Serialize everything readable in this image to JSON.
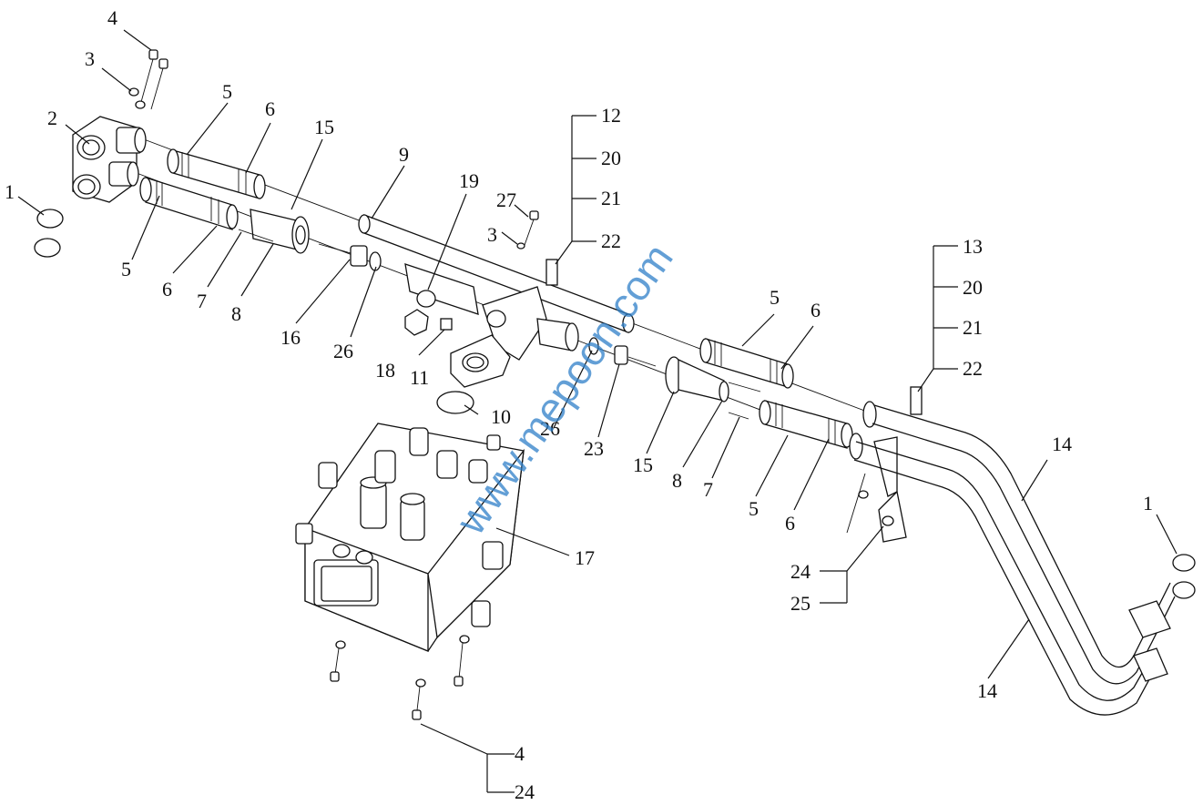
{
  "watermark": "www.mepoon.com",
  "callouts": [
    {
      "id": "c-4-top",
      "text": "4"
    },
    {
      "id": "c-3-top",
      "text": "3"
    },
    {
      "id": "c-2",
      "text": "2"
    },
    {
      "id": "c-1-left",
      "text": "1"
    },
    {
      "id": "c-5-a",
      "text": "5"
    },
    {
      "id": "c-6-a",
      "text": "6"
    },
    {
      "id": "c-15-a",
      "text": "15"
    },
    {
      "id": "c-5-b",
      "text": "5"
    },
    {
      "id": "c-6-b",
      "text": "6"
    },
    {
      "id": "c-7-a",
      "text": "7"
    },
    {
      "id": "c-8-a",
      "text": "8"
    },
    {
      "id": "c-9",
      "text": "9"
    },
    {
      "id": "c-19",
      "text": "19"
    },
    {
      "id": "c-16",
      "text": "16"
    },
    {
      "id": "c-26-a",
      "text": "26"
    },
    {
      "id": "c-18",
      "text": "18"
    },
    {
      "id": "c-11",
      "text": "11"
    },
    {
      "id": "c-27",
      "text": "27"
    },
    {
      "id": "c-3-mid",
      "text": "3"
    },
    {
      "id": "c-12",
      "text": "12"
    },
    {
      "id": "c-20-a",
      "text": "20"
    },
    {
      "id": "c-21-a",
      "text": "21"
    },
    {
      "id": "c-22-a",
      "text": "22"
    },
    {
      "id": "c-10",
      "text": "10"
    },
    {
      "id": "c-26-b",
      "text": "26"
    },
    {
      "id": "c-23",
      "text": "23"
    },
    {
      "id": "c-13",
      "text": "13"
    },
    {
      "id": "c-20-b",
      "text": "20"
    },
    {
      "id": "c-21-b",
      "text": "21"
    },
    {
      "id": "c-22-b",
      "text": "22"
    },
    {
      "id": "c-5-c",
      "text": "5"
    },
    {
      "id": "c-6-c",
      "text": "6"
    },
    {
      "id": "c-15-b",
      "text": "15"
    },
    {
      "id": "c-8-b",
      "text": "8"
    },
    {
      "id": "c-7-b",
      "text": "7"
    },
    {
      "id": "c-5-d",
      "text": "5"
    },
    {
      "id": "c-6-d",
      "text": "6"
    },
    {
      "id": "c-14-a",
      "text": "14"
    },
    {
      "id": "c-17",
      "text": "17"
    },
    {
      "id": "c-24-a",
      "text": "24"
    },
    {
      "id": "c-25",
      "text": "25"
    },
    {
      "id": "c-1-right",
      "text": "1"
    },
    {
      "id": "c-14-b",
      "text": "14"
    },
    {
      "id": "c-4-bottom",
      "text": "4"
    },
    {
      "id": "c-24-b",
      "text": "24"
    }
  ]
}
